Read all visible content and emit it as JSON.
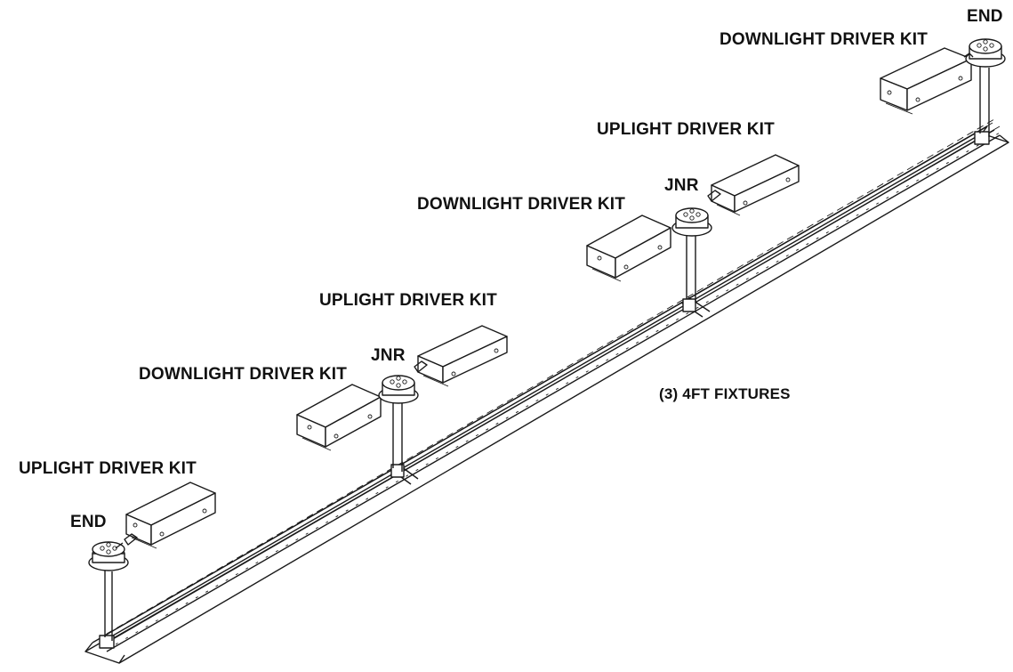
{
  "labels": {
    "end_top": "END",
    "end_bottom": "END",
    "downlight_kit_top": "DOWNLIGHT DRIVER KIT",
    "uplight_kit_right": "UPLIGHT DRIVER KIT",
    "jnr_right": "JNR",
    "downlight_kit_mid": "DOWNLIGHT DRIVER KIT",
    "uplight_kit_mid": "UPLIGHT DRIVER KIT",
    "jnr_left": "JNR",
    "downlight_kit_left": "DOWNLIGHT DRIVER KIT",
    "uplight_kit_left": "UPLIGHT DRIVER KIT",
    "fixtures_note": "(3) 4FT FIXTURES"
  },
  "colors": {
    "line": "#1a1a1a",
    "background": "#ffffff"
  }
}
